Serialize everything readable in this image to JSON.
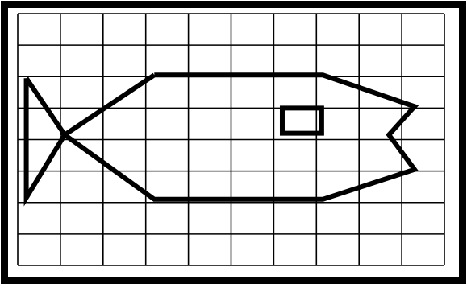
{
  "figure": {
    "description_free": true,
    "grid": {
      "columns": 10,
      "rows": 8,
      "visible": true
    },
    "colors": {
      "background": "#ffffff",
      "frame": "#000000",
      "grid_line": "#000000",
      "shape_stroke": "#000000"
    },
    "shape": {
      "kind": "fish-outline",
      "body_cells": [
        [
          3.2,
          1.95
        ],
        [
          7.15,
          1.95
        ],
        [
          9.3,
          2.95
        ],
        [
          8.7,
          3.85
        ],
        [
          9.3,
          4.95
        ],
        [
          7.15,
          5.9
        ],
        [
          3.2,
          5.9
        ],
        [
          1.1,
          3.85
        ]
      ],
      "tail_cells": [
        [
          0.2,
          2.05
        ],
        [
          1.1,
          3.85
        ],
        [
          0.2,
          5.85
        ]
      ],
      "eye_cells": [
        6.2,
        3.0,
        1.0,
        0.85
      ]
    }
  }
}
